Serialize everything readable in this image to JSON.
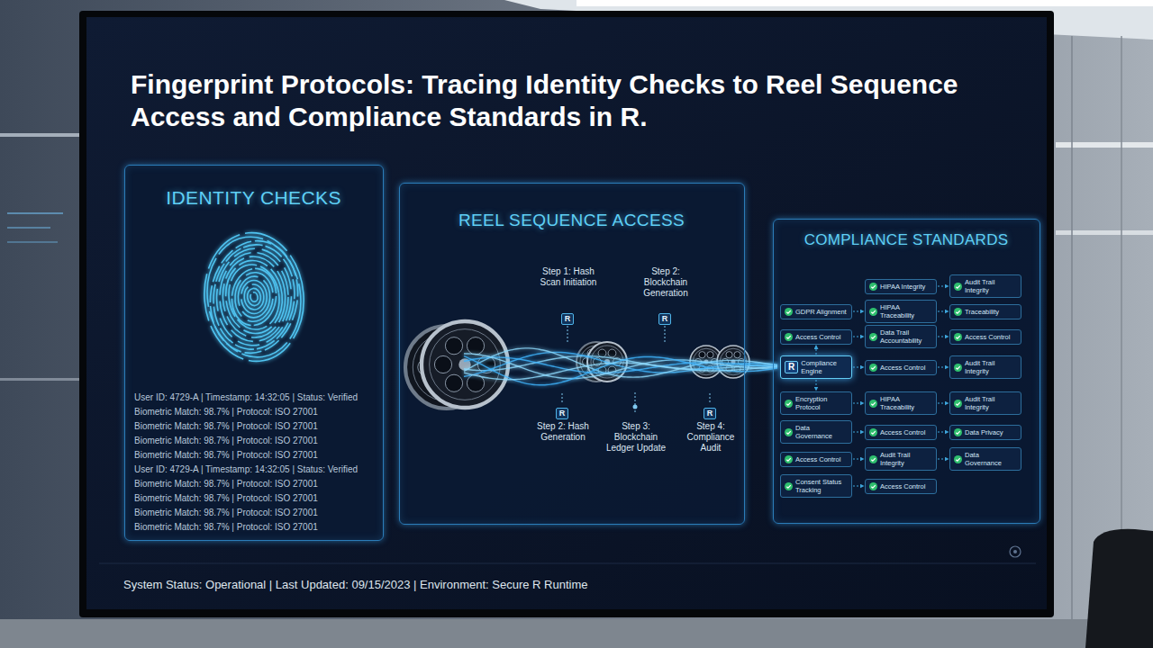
{
  "diagram": {
    "title": "Fingerprint Protocols: Tracing Identity Checks to Reel Sequence Access and Compliance Standards in R.",
    "caption": "System Status: Operational | Last Updated: 09/15/2023 | Environment: Secure R Runtime",
    "nodes": [
      {
        "text": [
          "IDENTITY CHECKS",
          "User ID: 4729-A | Timestamp: 14:32:05 | Status: Verified",
          "Biometric Match: 98.7% | Protocol: ISO 27001",
          "Biometric Match: 98.7% | Protocol: ISO 27001",
          "Biometric Match: 98.7% | Protocol: ISO 27001",
          "Biometric Match: 98.7% | Protocol: ISO 27001",
          "User ID: 4729-A | Timestamp: 14:32:05 | Status: Verified",
          "Biometric Match: 98.7% | Protocol: ISO 27001",
          "Biometric Match: 98.7% | Protocol: ISO 27001",
          "Biometric Match: 98.7% | Protocol: ISO 27001",
          "Biometric Match: 98.7% | Protocol: ISO 27001"
        ]
      },
      {
        "text": [
          "REEL SEQUENCE ACCESS",
          "Step 1: Hash Scan Initiation",
          "Step 2: Blockchain Generation",
          "Step 2: Hash Generation",
          "Step 3: Blockchain Ledger Update",
          "Step 4: Compliance Audit"
        ]
      },
      {
        "text": [
          "COMPLIANCE STANDARDS"
        ]
      },
      {
        "text": [
          "HIPAA Integrity"
        ],
        "in": 2
      },
      {
        "text": [
          "Audit Trail Integrity"
        ],
        "in": 2
      },
      {
        "text": [
          "GDPR Alignment"
        ],
        "in": 2
      },
      {
        "text": [
          "HIPAA Traceability"
        ],
        "in": 2
      },
      {
        "text": [
          "Traceability"
        ],
        "in": 2
      },
      {
        "text": [
          "Access Control"
        ],
        "in": 2
      },
      {
        "text": [
          "Data Trail Accountability"
        ],
        "in": 2
      },
      {
        "text": [
          "Access Control"
        ],
        "in": 2
      },
      {
        "text": [
          "R",
          "Compliance Engine"
        ],
        "in": 2
      },
      {
        "text": [
          "Access Control"
        ],
        "in": 2
      },
      {
        "text": [
          "Audit Trail Integrity"
        ],
        "in": 2
      },
      {
        "text": [
          "Encryption Protocol"
        ],
        "in": 2
      },
      {
        "text": [
          "HIPAA Traceability"
        ],
        "in": 2
      },
      {
        "text": [
          "Audit Trail Integrity"
        ],
        "in": 2
      },
      {
        "text": [
          "Data Governance"
        ],
        "in": 2
      },
      {
        "text": [
          "Access Control"
        ],
        "in": 2
      },
      {
        "text": [
          "Data Privacy"
        ],
        "in": 2
      },
      {
        "text": [
          "Access Control"
        ],
        "in": 2
      },
      {
        "text": [
          "Audit Trail Integrity"
        ],
        "in": 2
      },
      {
        "text": [
          "Data Governance"
        ],
        "in": 2
      },
      {
        "text": [
          "Consent Status Tracking"
        ],
        "in": 2
      },
      {
        "text": [
          "Access Control"
        ],
        "in": 2
      }
    ],
    "edges": [
      {
        "from": 3,
        "to": 4,
        "arrow": "to"
      },
      {
        "from": 5,
        "to": 6,
        "arrow": "to"
      },
      {
        "from": 6,
        "to": 7,
        "arrow": "to"
      },
      {
        "from": 8,
        "to": 9,
        "arrow": "to"
      },
      {
        "from": 9,
        "to": 10,
        "arrow": "to"
      },
      {
        "from": 11,
        "to": 8,
        "arrow": "to"
      },
      {
        "from": 11,
        "to": 12,
        "arrow": "to"
      },
      {
        "from": 12,
        "to": 13,
        "arrow": "to"
      },
      {
        "from": 11,
        "to": 14,
        "arrow": "to"
      },
      {
        "from": 14,
        "to": 15,
        "arrow": "to"
      },
      {
        "from": 15,
        "to": 16,
        "arrow": "to"
      },
      {
        "from": 17,
        "to": 18,
        "arrow": "to"
      },
      {
        "from": 18,
        "to": 19,
        "arrow": "to"
      },
      {
        "from": 20,
        "to": 21,
        "arrow": "to"
      },
      {
        "from": 21,
        "to": 22,
        "arrow": "to"
      },
      {
        "from": 23,
        "to": 24,
        "arrow": "to"
      }
    ],
    "labels": [
      "R",
      "R",
      "R",
      "R"
    ]
  }
}
